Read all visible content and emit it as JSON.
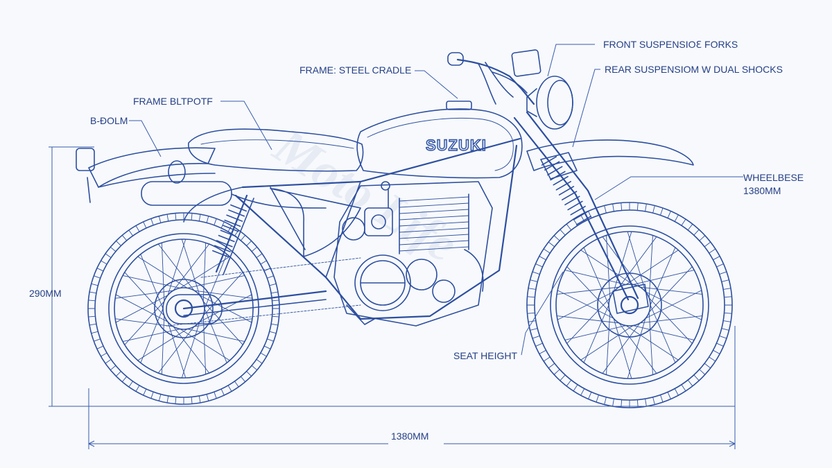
{
  "brand": "SUZUKI",
  "watermark": "Moto Life",
  "ink_color": "#2d4fa0",
  "background_color": "#f7f9fc",
  "labels": {
    "front_suspension": "FRONT SUSPENSIOℇ FORKS",
    "rear_suspension": "REAR SUSPENSIOM W DUAL SHOCKS",
    "frame_steel": "FRAME: STEEL CRADLE",
    "frame_bltpotf": "FRAME BLTPOTF",
    "b_dolm": "B-ĐOLM",
    "wheelbase": "WHEELBESE",
    "wheelbase_value": "1380MM",
    "seat_height": "SEAT HEIGHT"
  },
  "dimensions": {
    "height": "290MM",
    "length": "1380MM"
  }
}
